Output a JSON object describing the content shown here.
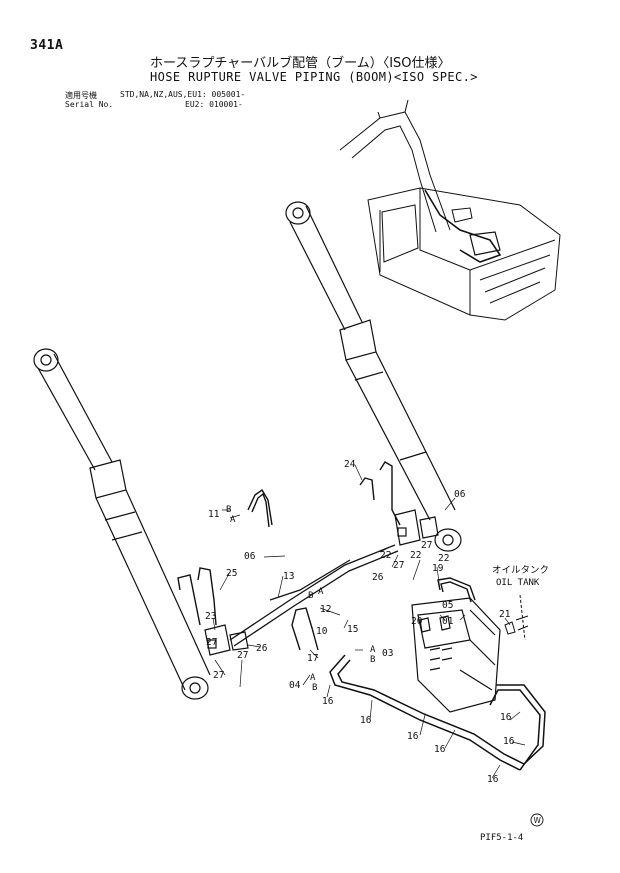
{
  "header": {
    "page_number": "341A",
    "title_jp": "ホースラプチャーバルブ配管（ブーム）〈ISO仕様〉",
    "title_en": "HOSE RUPTURE VALVE PIPING (BOOM)<ISO SPEC.>",
    "applicable_label": "適用号機",
    "applicable_models": "STD,NA,NZ,AUS,EU1: 005001-",
    "serial_label": "Serial No.",
    "serial_eu2": "EU2: 010001-"
  },
  "diagram": {
    "part_numbers": [
      "01",
      "03",
      "04",
      "05",
      "06",
      "10",
      "11",
      "12",
      "13",
      "15",
      "16",
      "17",
      "19",
      "20",
      "21",
      "22",
      "23",
      "24",
      "25",
      "26",
      "27"
    ],
    "port_labels": [
      "A",
      "B"
    ],
    "oil_tank_label_jp": "オイルタンク",
    "oil_tank_label_en": "OIL TANK"
  },
  "footer": {
    "figure_code": "PIF5-1-4",
    "region_mark": "W"
  }
}
